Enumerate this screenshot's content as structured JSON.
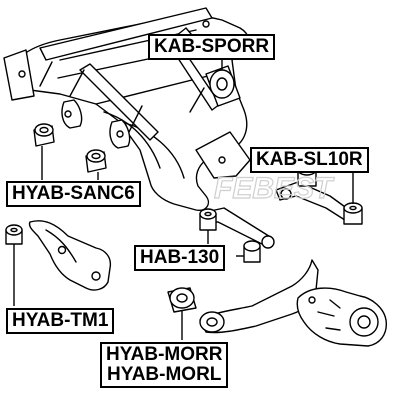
{
  "diagram": {
    "subject": "rear subframe suspension bushing locations",
    "watermark": "FEBEST",
    "labels": {
      "kab_sporr": "KAB-SPORR",
      "kab_sl10r": "KAB-SL10R",
      "hyab_sanc6": "HYAB-SANC6",
      "hab_130": "HAB-130",
      "hyab_tm1": "HYAB-TM1",
      "hyab_morr": "HYAB-MORR",
      "hyab_morl": "HYAB-MORL"
    },
    "colors": {
      "line": "#000000",
      "part_fill": "#ffffff",
      "watermark": "#d6d6d6"
    }
  }
}
